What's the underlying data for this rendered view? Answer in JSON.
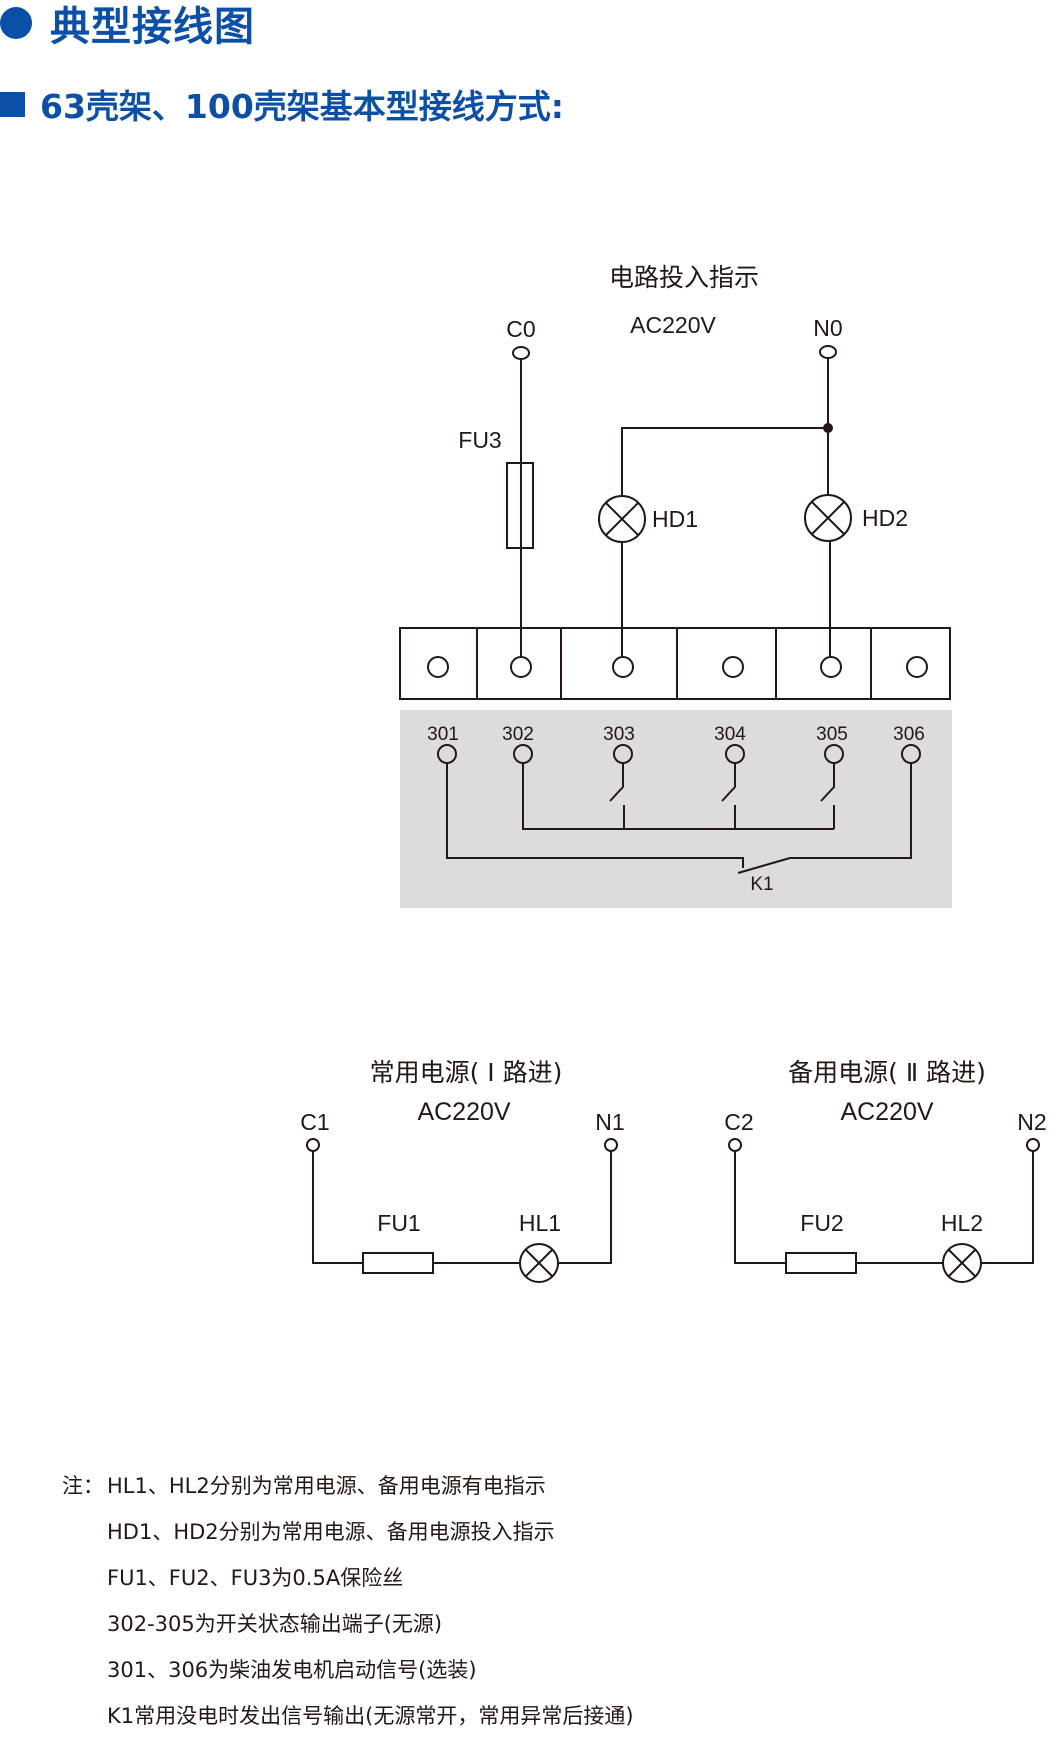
{
  "header": {
    "title": "典型接线图",
    "subtitle": "63壳架、100壳架基本型接线方式:"
  },
  "colors": {
    "accent": "#0b50a6",
    "line": "#231815",
    "panel_gray": "#dcdcdd"
  },
  "upper_circuit": {
    "title": "电路投入指示",
    "voltage": "AC220V",
    "terminal_left": "C0",
    "terminal_right": "N0",
    "fuse": "FU3",
    "lamp1": "HD1",
    "lamp2": "HD2"
  },
  "terminal_block": {
    "labels": [
      "301",
      "302",
      "303",
      "304",
      "305",
      "306"
    ],
    "contact": "K1"
  },
  "lower_circuits": [
    {
      "title": "常用电源( Ⅰ 路进)",
      "voltage": "AC220V",
      "terminal_left": "C1",
      "terminal_right": "N1",
      "fuse": "FU1",
      "lamp": "HL1"
    },
    {
      "title": "备用电源( Ⅱ 路进)",
      "voltage": "AC220V",
      "terminal_left": "C2",
      "terminal_right": "N2",
      "fuse": "FU2",
      "lamp": "HL2"
    }
  ],
  "notes": {
    "prefix": "注：",
    "lines": [
      "HL1、HL2分别为常用电源、备用电源有电指示",
      "HD1、HD2分别为常用电源、备用电源投入指示",
      "FU1、FU2、FU3为0.5A保险丝",
      "302-305为开关状态输出端子(无源)",
      "301、306为柴油发电机启动信号(选装)",
      "K1常用没电时发出信号输出(无源常开，常用异常后接通)"
    ]
  }
}
